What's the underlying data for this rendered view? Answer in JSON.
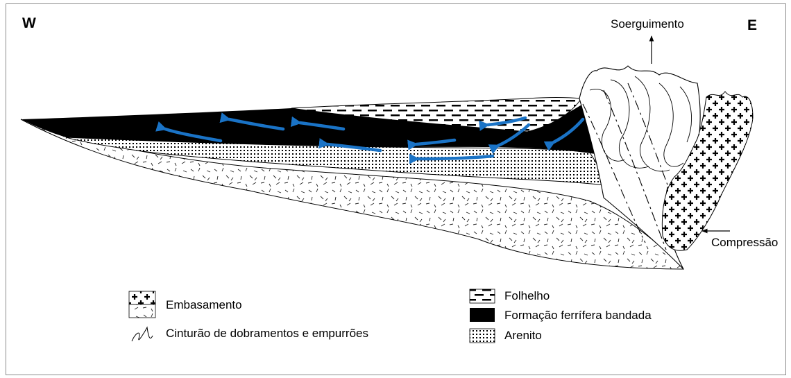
{
  "directions": {
    "west": "W",
    "east": "E"
  },
  "annotations": {
    "uplift": "Soerguimento",
    "compression": "Compressão"
  },
  "legend_left": [
    {
      "label": "Embasamento"
    },
    {
      "label": "Cinturão de dobramentos e empurrões"
    }
  ],
  "legend_right": [
    {
      "label": "Folhelho"
    },
    {
      "label": "Formação ferrífera bandada"
    },
    {
      "label": "Arenito"
    }
  ],
  "colors": {
    "arrow": "#1a73c6",
    "iron_formation": "#000000",
    "frame": "#8a8a8a"
  }
}
